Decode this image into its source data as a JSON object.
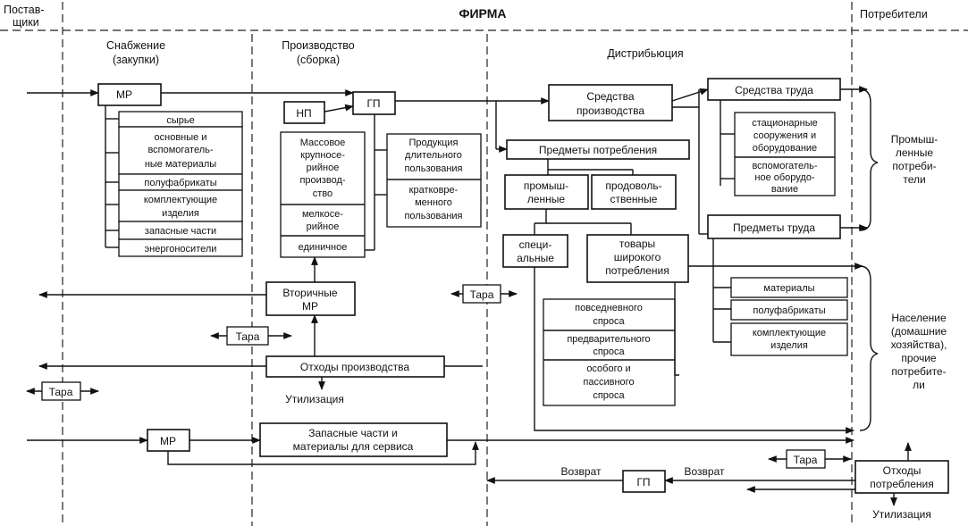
{
  "header": {
    "suppliers": [
      "Постав-",
      "щики"
    ],
    "firm": "ФИРМА",
    "consumers": "Потребители"
  },
  "sections": {
    "supply": [
      "Снабжение",
      "(закупки)"
    ],
    "production": [
      "Производство",
      "(сборка)"
    ],
    "distribution": "Дистрибьюция"
  },
  "supply": {
    "mr": "МР",
    "items": [
      [
        "сырье"
      ],
      [
        "основные и",
        "вспомогатель-",
        "ные материалы"
      ],
      [
        "полуфабрикаты"
      ],
      [
        "комплектующие",
        "изделия"
      ],
      [
        "запасные части"
      ],
      [
        "энергоносители"
      ]
    ]
  },
  "production": {
    "gp": "ГП",
    "np": "НП",
    "types": [
      [
        "Массовое",
        "крупносе-",
        "рийное",
        "производ-",
        "ство"
      ],
      [
        "мелкосе-",
        "рийное"
      ],
      [
        "единичное"
      ]
    ],
    "products": [
      [
        "Продукция",
        "длительного",
        "пользования"
      ],
      [
        "кратковре-",
        "менного",
        "пользования"
      ]
    ],
    "secondary_mr": [
      "Вторичные",
      "МР"
    ],
    "waste": "Отходы производства",
    "utilization": "Утилизация",
    "tara": "Тара",
    "service_mr": "МР",
    "service": [
      "Запасные части и",
      "материалы для сервиса"
    ]
  },
  "distribution": {
    "means_production": [
      "Средства",
      "производства"
    ],
    "consumer_goods": "Предметы потребления",
    "industrial": [
      "промыш-",
      "ленные"
    ],
    "food": [
      "продоволь-",
      "ственные"
    ],
    "special": [
      "специ-",
      "альные"
    ],
    "wide": [
      "товары",
      "широкого",
      "потребления"
    ],
    "wide_items": [
      [
        "повседневного",
        "спроса"
      ],
      [
        "предварительного",
        "спроса"
      ],
      [
        "особого и",
        "пассивного",
        "спроса"
      ]
    ],
    "tara": "Тара",
    "return_gp": "ГП",
    "return_left": "Возврат",
    "return_right": "Возврат"
  },
  "labor": {
    "means_labor": "Средства труда",
    "means_items": [
      [
        "стационарные",
        "сооружения и",
        "оборудование"
      ],
      [
        "вспомогатель-",
        "ное оборудо-",
        "вание"
      ]
    ],
    "objects_labor": "Предметы труда",
    "objects_items": [
      [
        "материалы"
      ],
      [
        "полуфабрикаты"
      ],
      [
        "комплектующие",
        "изделия"
      ]
    ]
  },
  "consumers": {
    "industrial": [
      "Промыш-",
      "ленные",
      "потреби-",
      "тели"
    ],
    "population": [
      "Население",
      "(домашние",
      "хозяйства),",
      "прочие",
      "потребите-",
      "ли"
    ],
    "tara": "Тара",
    "consumption_waste": [
      "Отходы",
      "потребления"
    ],
    "utilization": "Утилизация"
  }
}
